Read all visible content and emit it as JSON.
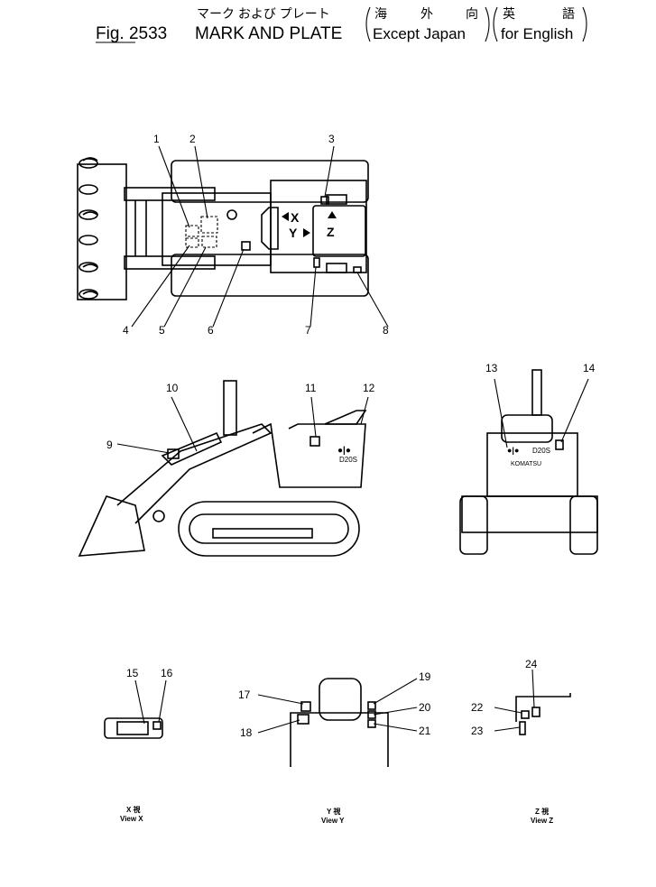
{
  "title": {
    "jp": "マーク および プレート",
    "jp_region": [
      "海",
      "外",
      "向"
    ],
    "jp_lang": [
      "英",
      "語"
    ],
    "fig": "Fig. 2533",
    "name": "MARK AND PLATE",
    "region": "Except Japan",
    "lang": "for English"
  },
  "callouts": [
    "1",
    "2",
    "3",
    "4",
    "5",
    "6",
    "7",
    "8",
    "9",
    "10",
    "11",
    "12",
    "13",
    "14",
    "15",
    "16",
    "17",
    "18",
    "19",
    "20",
    "21",
    "22",
    "23",
    "24"
  ],
  "arrows": {
    "x": "X",
    "y": "Y",
    "z": "Z"
  },
  "plates": {
    "model": "D20S",
    "brand": "KOMATSU"
  },
  "views": {
    "x": {
      "jp": "X 視",
      "en": "View X"
    },
    "y": {
      "jp": "Y 視",
      "en": "View Y"
    },
    "z": {
      "jp": "Z 視",
      "en": "View Z"
    }
  }
}
